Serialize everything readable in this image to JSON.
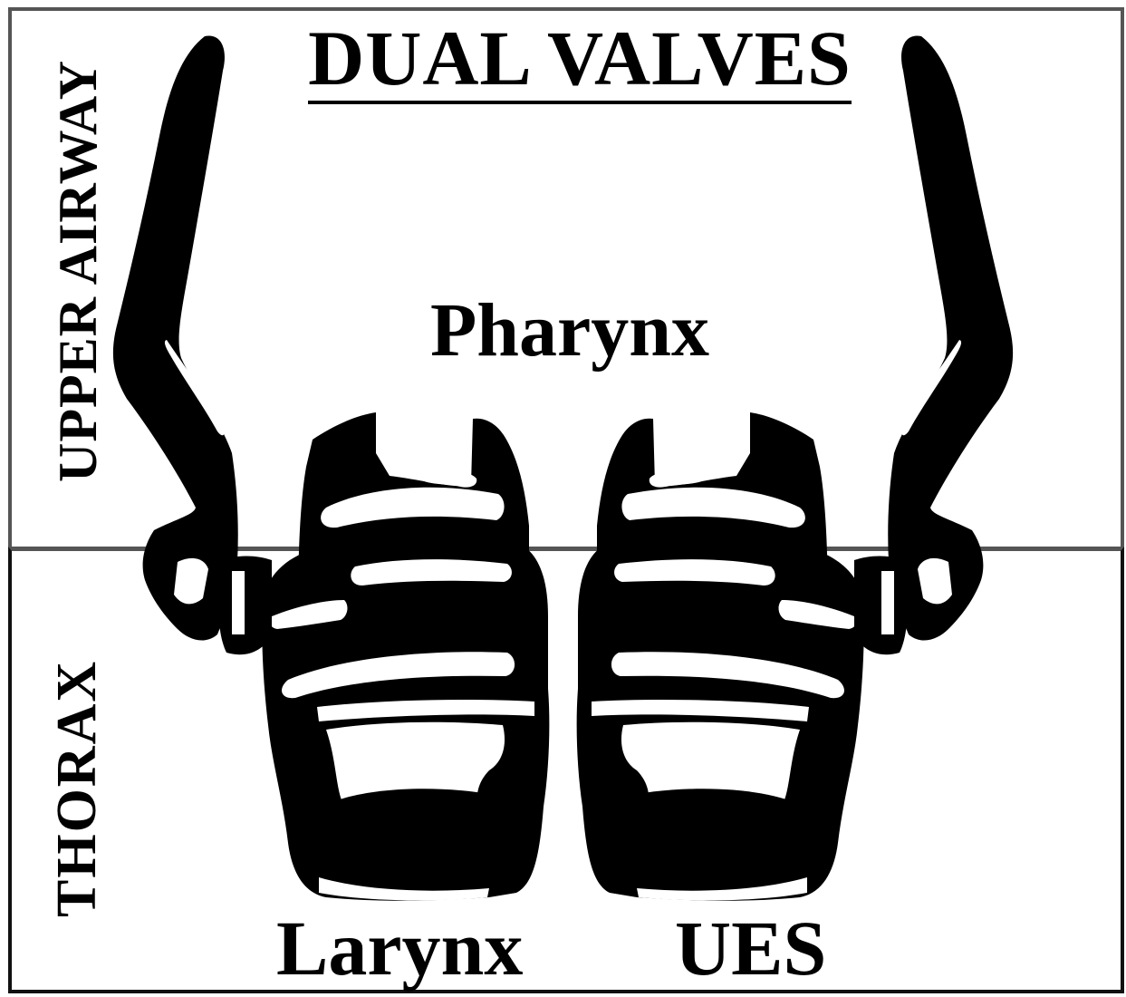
{
  "title": "DUAL VALVES",
  "regions": {
    "upper": "UPPER AIRWAY",
    "lower": "THORAX"
  },
  "labels": {
    "pharynx": "Pharynx",
    "larynx": "Larynx",
    "ues": "UES"
  },
  "colors": {
    "ink": "#000000",
    "paper": "#ffffff",
    "upper_border": "#555555",
    "thorax_border": "#111111"
  },
  "icons": {
    "left_structure": "larynx-silhouette-icon",
    "right_structure": "ues-silhouette-icon"
  }
}
